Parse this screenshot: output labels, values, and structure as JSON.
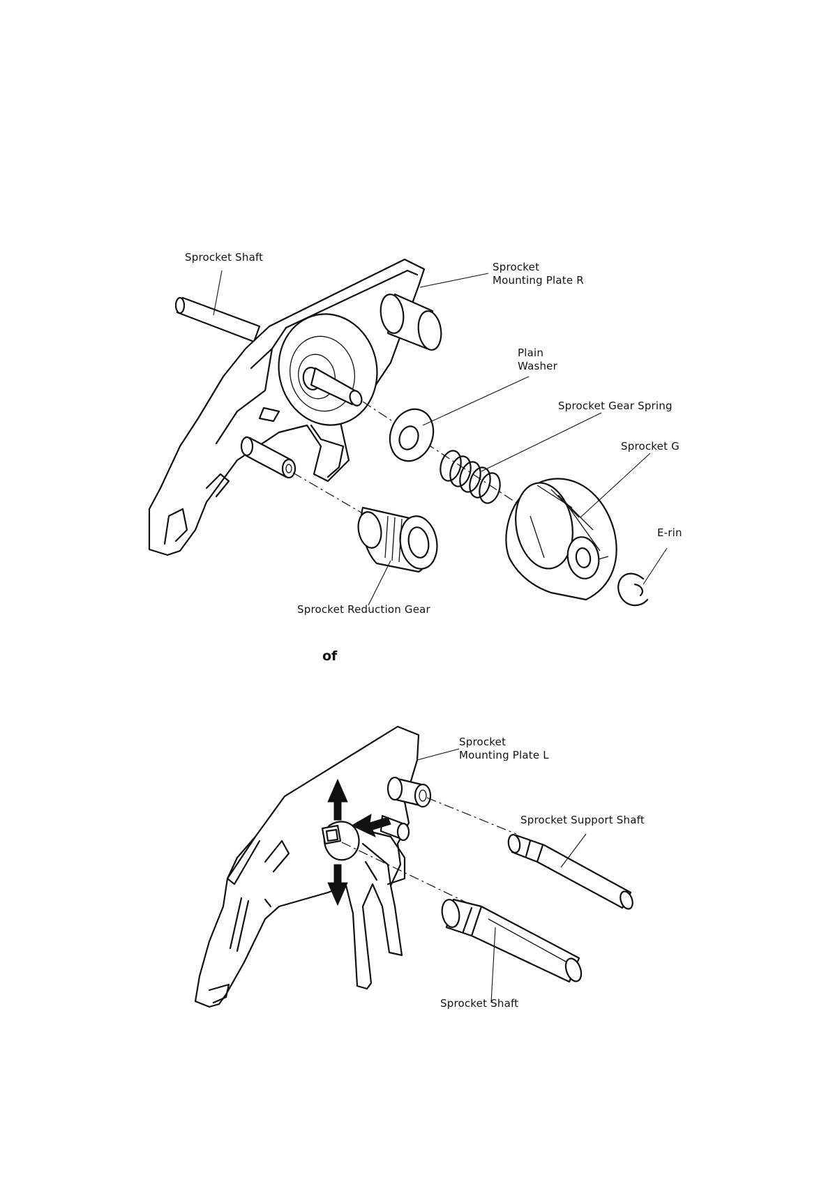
{
  "top_figure": {
    "labels": {
      "sprocket_shaft": "Sprocket Shaft",
      "mounting_plate_r_line1": "Sprocket",
      "mounting_plate_r_line2": "Mounting Plate R",
      "plain_washer_line1": "Plain",
      "plain_washer_line2": "Washer",
      "sprocket_gear_spring": "Sprocket Gear Spring",
      "sprocket_g": "Sprocket G",
      "e_ring": "E-rin",
      "sprocket_reduction_gear": "Sprocket Reduction Gear"
    }
  },
  "separator_text": "of",
  "bottom_figure": {
    "labels": {
      "mounting_plate_l_line1": "Sprocket",
      "mounting_plate_l_line2": "Mounting Plate L",
      "sprocket_support_shaft": "Sprocket Support Shaft",
      "sprocket_shaft": "Sprocket Shaft"
    }
  }
}
